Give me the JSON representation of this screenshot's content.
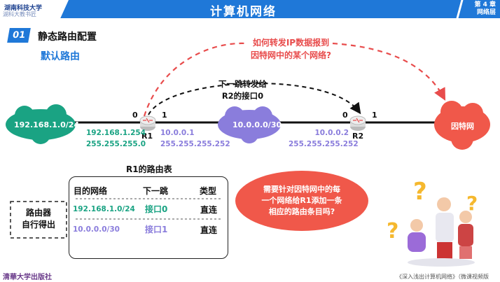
{
  "header": {
    "title": "计算机网络",
    "chapter": "第 4 章",
    "chapter_sub": "网络层",
    "logo_text": "湖南科技大学",
    "overlay_text": "湖科大教书匠"
  },
  "section": {
    "number": "01",
    "title": "静态路由配置",
    "subtitle": "默认路由"
  },
  "question": [
    "如何转发IP数据报到",
    "因特网中的某个网络?"
  ],
  "next_hop_note": [
    "下一跳转发给",
    "R2的接口0"
  ],
  "topology": {
    "net_left": "192.168.1.0/24",
    "net_mid": "10.0.0.0/30",
    "net_right": "因特网",
    "r1": {
      "name": "R1",
      "port0": "0",
      "port1": "1",
      "if0_ip": "192.168.1.254",
      "if0_mask": "255.255.255.0",
      "if1_ip": "10.0.0.1",
      "if1_mask": "255.255.255.252"
    },
    "r2": {
      "name": "R2",
      "port0": "0",
      "port1": "1",
      "if0_ip": "10.0.0.2",
      "if0_mask": "255.255.255.252"
    }
  },
  "routing_table": {
    "title": "R1的路由表",
    "headers": [
      "目的网络",
      "下一跳",
      "类型"
    ],
    "rows": [
      [
        "192.168.1.0/24",
        "接口0",
        "直连"
      ],
      [
        "10.0.0.0/30",
        "接口1",
        "直连"
      ]
    ],
    "side_label": [
      "路由器",
      "自行得出"
    ]
  },
  "bubble": [
    "需要针对因特网中的每",
    "一个网络给R1添加一条",
    "相应的路由条目吗?"
  ],
  "footer": {
    "publisher": "清華大学出版社",
    "book": "《深入浅出计算机网络》（微课视频版"
  },
  "colors": {
    "header": "#1f78d8",
    "green": "#1aa383",
    "purple": "#8a7ddc",
    "red": "#f0584a"
  }
}
